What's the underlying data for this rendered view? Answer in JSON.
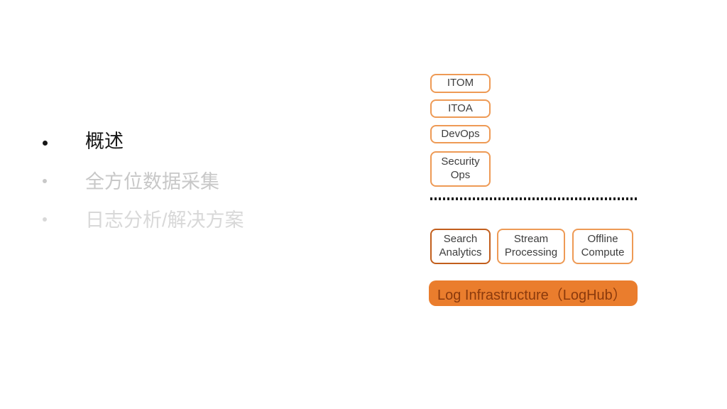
{
  "bullets": [
    {
      "label": "概述",
      "state": "active"
    },
    {
      "label": "全方位数据采集",
      "state": "inactive"
    },
    {
      "label": "日志分析/解决方案",
      "state": "inactive"
    }
  ],
  "diagram": {
    "scenario_boxes": [
      {
        "label": "ITOM"
      },
      {
        "label": "ITOA"
      },
      {
        "label": "DevOps"
      },
      {
        "label": "Security Ops"
      }
    ],
    "engine_boxes": [
      {
        "label": "Search Analytics"
      },
      {
        "label": "Stream Processing"
      },
      {
        "label": "Offline Compute"
      }
    ],
    "infra_bar_label": "Log Infrastructure（LogHub）"
  },
  "colors": {
    "text_active": "#161616",
    "text_muted1": "#C8C8C8",
    "text_muted2": "#D8D8D8",
    "box_border_light": "#EE9A55",
    "box_border_dark": "#C25E1C",
    "bar_fill": "#EA7D2D",
    "bar_text": "#8B3A0D",
    "divider": "#1C1C1C"
  }
}
